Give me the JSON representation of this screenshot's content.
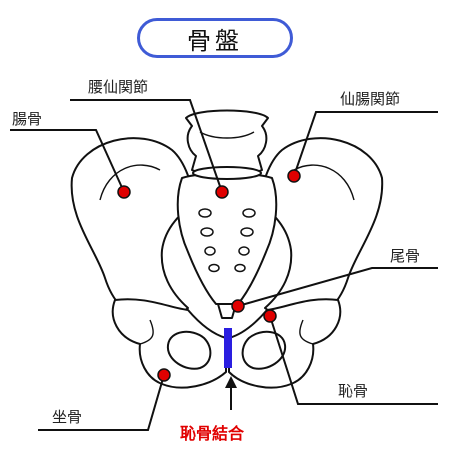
{
  "title": "骨盤",
  "labels": {
    "lumbosacral": "腰仙関節",
    "sacroiliac": "仙腸関節",
    "ilium": "腸骨",
    "coccyx": "尾骨",
    "ischium": "坐骨",
    "pubis": "恥骨",
    "symphysis": "恥骨結合"
  },
  "colors": {
    "marker": "#e00000",
    "symphysis": "#2a1ee0",
    "title_border": "#3f5bd6",
    "symphysis_label": "#e10000"
  }
}
